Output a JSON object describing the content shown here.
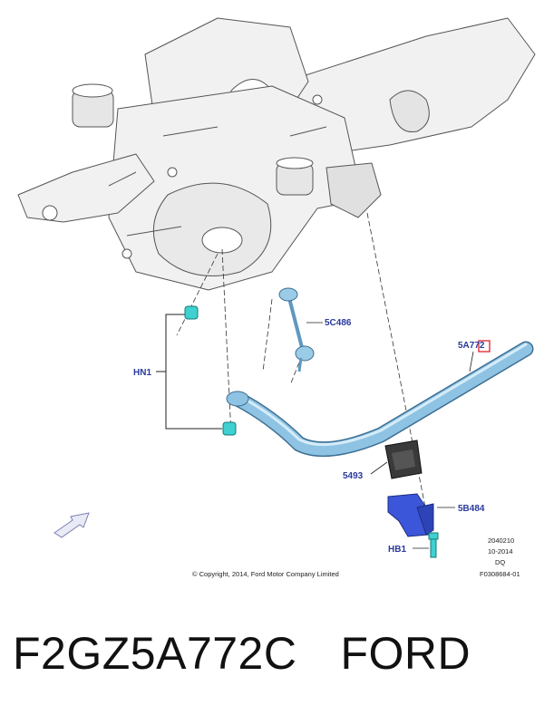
{
  "diagram": {
    "callouts": {
      "hn1": "HN1",
      "link": "5C486",
      "bar": "5A772",
      "bushing": "5493",
      "bracket": "5B484",
      "bolt": "HB1"
    },
    "copyright": "© Copyright, 2014, Ford Motor Company Limited",
    "code_lines": [
      "2040210",
      "10-2014",
      "DQ",
      "F0308684-01"
    ],
    "colors": {
      "bar": "#8ec3e3",
      "bracket": "#3b56d9",
      "fastener": "#3fd0d0",
      "bushing": "#3a3a3a",
      "callout_text": "#2a3a9c",
      "highlight": "#e0202a"
    }
  },
  "caption": {
    "part_number": "F2GZ5A772C",
    "brand": "FORD"
  }
}
